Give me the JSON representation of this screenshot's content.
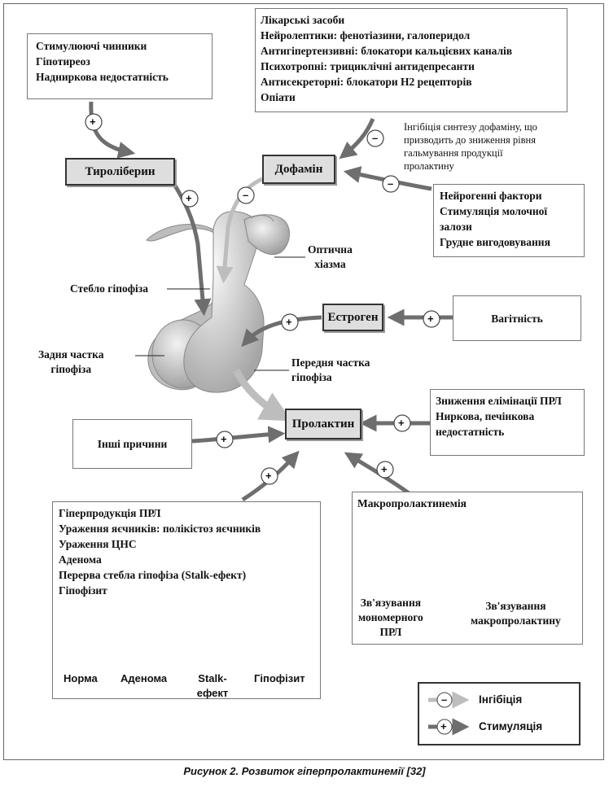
{
  "top_left_box": {
    "lines": [
      "Стимулюючі  чинники",
      "Гіпотиреоз",
      "Надниркова недостатність"
    ]
  },
  "drugs_box": {
    "lines": [
      "Лікарські засоби",
      "Нейролептики: фенотіазини, галоперидол",
      "Антигіпертензивні: блокатори кальцієвих каналів",
      "Психотропні: трициклічні антидепресанти",
      "Антисекреторні: блокатори Н2 рецепторів",
      "Опіати"
    ]
  },
  "dopamine_note": {
    "lines": [
      "Інгібіція синтезу дофаміну, що",
      "призводить до зниження рівня",
      "гальмування продукції",
      "пролактину"
    ]
  },
  "hormones": {
    "trh": "Тироліберин",
    "dopamine": "Дофамін",
    "estrogen": "Естроген",
    "prolactin": "Пролактин"
  },
  "neuro_box": {
    "lines": [
      "Нейрогенні фактори",
      "Стимуляція молочної",
      "залози",
      "Грудне вигодовування"
    ]
  },
  "pregnancy_box": {
    "text": "Вагітність"
  },
  "elimination_box": {
    "lines": [
      "Зниження елімінації ПРЛ",
      "Ниркова, печінкова",
      "недостатність"
    ]
  },
  "other_box": {
    "text": "Інші причини"
  },
  "anatomy": {
    "optic": [
      "Оптична",
      "хіазма"
    ],
    "stalk": "Стебло гіпофіза",
    "posterior": [
      "Задня частка",
      "гіпофіза"
    ],
    "anterior": [
      "Передня частка",
      "гіпофіза"
    ]
  },
  "hyper_box": {
    "lines": [
      "Гіперпродукція ПРЛ",
      " Ураження яєчників: полікістоз яєчників",
      " Ураження ЦНС",
      "Аденома",
      "Перерва стебла гіпофіза (Stalk-ефект)",
      "Гіпофізит"
    ],
    "thumbs": [
      "Норма",
      "Аденома",
      "Stalk-ефект",
      "Гіпофізит"
    ]
  },
  "macro_box": {
    "title": "Макропролактинемія",
    "left_caption": [
      "Зв'язування",
      "мономерного",
      "ПРЛ"
    ],
    "right_caption": [
      "Зв'язування",
      "макропролактину"
    ]
  },
  "legend": {
    "inhibition": "Інгібіція",
    "stimulation": "Стимуляція"
  },
  "signs": {
    "minus": "–",
    "plus": "+"
  },
  "caption": "Рисунок 2. Розвиток гіперпролактинемії [32]",
  "colors": {
    "arrow": "#6e6e6e",
    "hormone_box": "#dedede",
    "gland": "#b9b9b9"
  }
}
